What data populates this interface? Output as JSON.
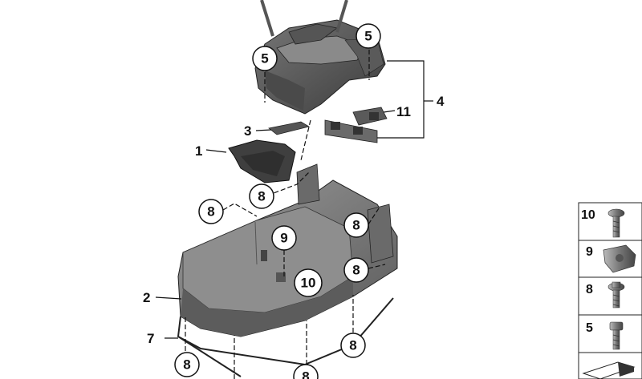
{
  "callouts": {
    "c1": "1",
    "c2": "2",
    "c3": "3",
    "c4": "4",
    "c5a": "5",
    "c5b": "5",
    "c7": "7",
    "c8a": "8",
    "c8b": "8",
    "c8c": "8",
    "c8d": "8",
    "c8e": "8",
    "c8f": "8",
    "c8g": "8",
    "c9": "9",
    "c10": "10",
    "c11": "11"
  },
  "legend": {
    "items": [
      {
        "number": "10",
        "icon": "torx-screw-icon"
      },
      {
        "number": "9",
        "icon": "u-nut-clip-icon"
      },
      {
        "number": "8",
        "icon": "hex-flange-screw-icon"
      },
      {
        "number": "5",
        "icon": "hex-bolt-icon"
      }
    ],
    "bottom_icon": "seal-strip-icon"
  },
  "colors": {
    "line": "#111111",
    "part_dark": "#3a3a3a",
    "part_mid": "#5e5e5e",
    "part_light": "#8a8a8a",
    "housing": "#6f6f6f",
    "housing_top": "#858585"
  }
}
